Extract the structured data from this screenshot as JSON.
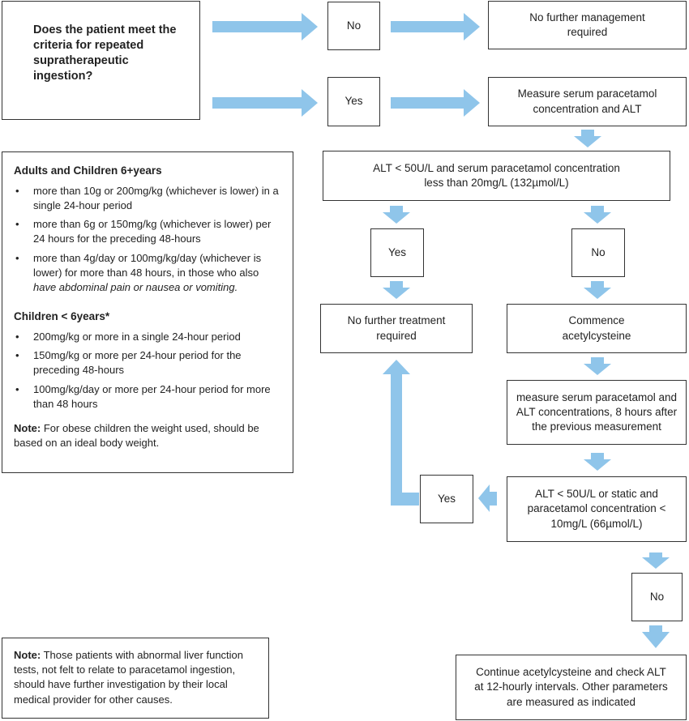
{
  "question": "Does the patient meet the criteria for repeated supratherapeutic ingestion?",
  "top_no": "No",
  "top_yes": "Yes",
  "no_further_management": "No further management required",
  "measure_initial": "Measure serum paracetamol concentration and ALT",
  "criteria_1": "ALT < 50U/L and serum paracetamol concentration less than 20mg/L (132µmol/L)",
  "left_yes": "Yes",
  "right_no": "No",
  "no_further_treatment": "No further treatment required",
  "commence": "Commence acetylcysteine",
  "measure_repeat": "measure serum paracetamol and ALT concentrations, 8 hours after the previous measurement",
  "criteria_2": "ALT < 50U/L or static and paracetamol concentration < 10mg/L (66µmol/L)",
  "loop_yes": "Yes",
  "bottom_no": "No",
  "continue_text": "Continue acetylcysteine and check ALT at 12-hourly intervals. Other parameters are measured as indicated",
  "criteria_panel": {
    "adults_heading": "Adults and Children 6+years",
    "adults_items": [
      "more than 10g or 200mg/kg (whichever is lower) in a single 24-hour period",
      "more than 6g or 150mg/kg (whichever is lower) per 24 hours for the preceding 48-hours",
      "more than 4g/day or 100mg/kg/day (whichever is lower) for more than 48 hours, in those who also"
    ],
    "adults_item3_italic": "have abdominal pain or nausea or vomiting.",
    "children_heading": "Children < 6years*",
    "children_items": [
      "200mg/kg or more in a single 24-hour period",
      "150mg/kg or more per 24-hour period for the preceding 48-hours",
      "100mg/kg/day or more per 24-hour period for more than 48 hours"
    ],
    "note_label": "Note:",
    "note_text": "For obese children the weight used, should be based on an ideal body weight."
  },
  "bottom_note": {
    "label": "Note:",
    "text": "Those patients with abnormal liver function tests, not felt to relate to paracetamol ingestion, should have further investigation by their local medical provider for other causes."
  },
  "bullet_glyph": "•",
  "colors": {
    "arrow": "#8fc5ea",
    "border": "#333333"
  }
}
